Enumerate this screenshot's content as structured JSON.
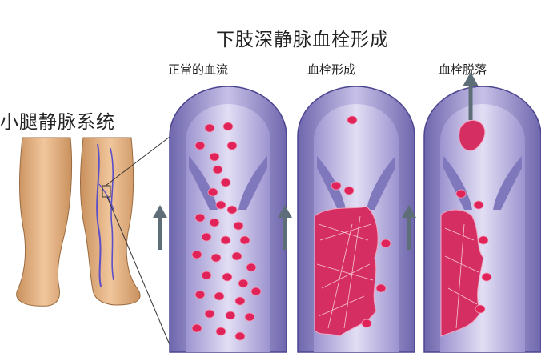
{
  "title": "下肢深静脉血栓形成",
  "leg_label": "小腿静脉系统",
  "panels": [
    {
      "label": "正常的血流"
    },
    {
      "label": "血栓形成"
    },
    {
      "label": "血栓脱落"
    }
  ],
  "colors": {
    "vein_wall": "#7b73b8",
    "vein_inner": "#b9b2df",
    "lumen": "#d7d2ee",
    "blood_cell": "#e0245a",
    "clot": "#d42e63",
    "skin": "#e6b584",
    "arrow": "#5e6e79"
  }
}
